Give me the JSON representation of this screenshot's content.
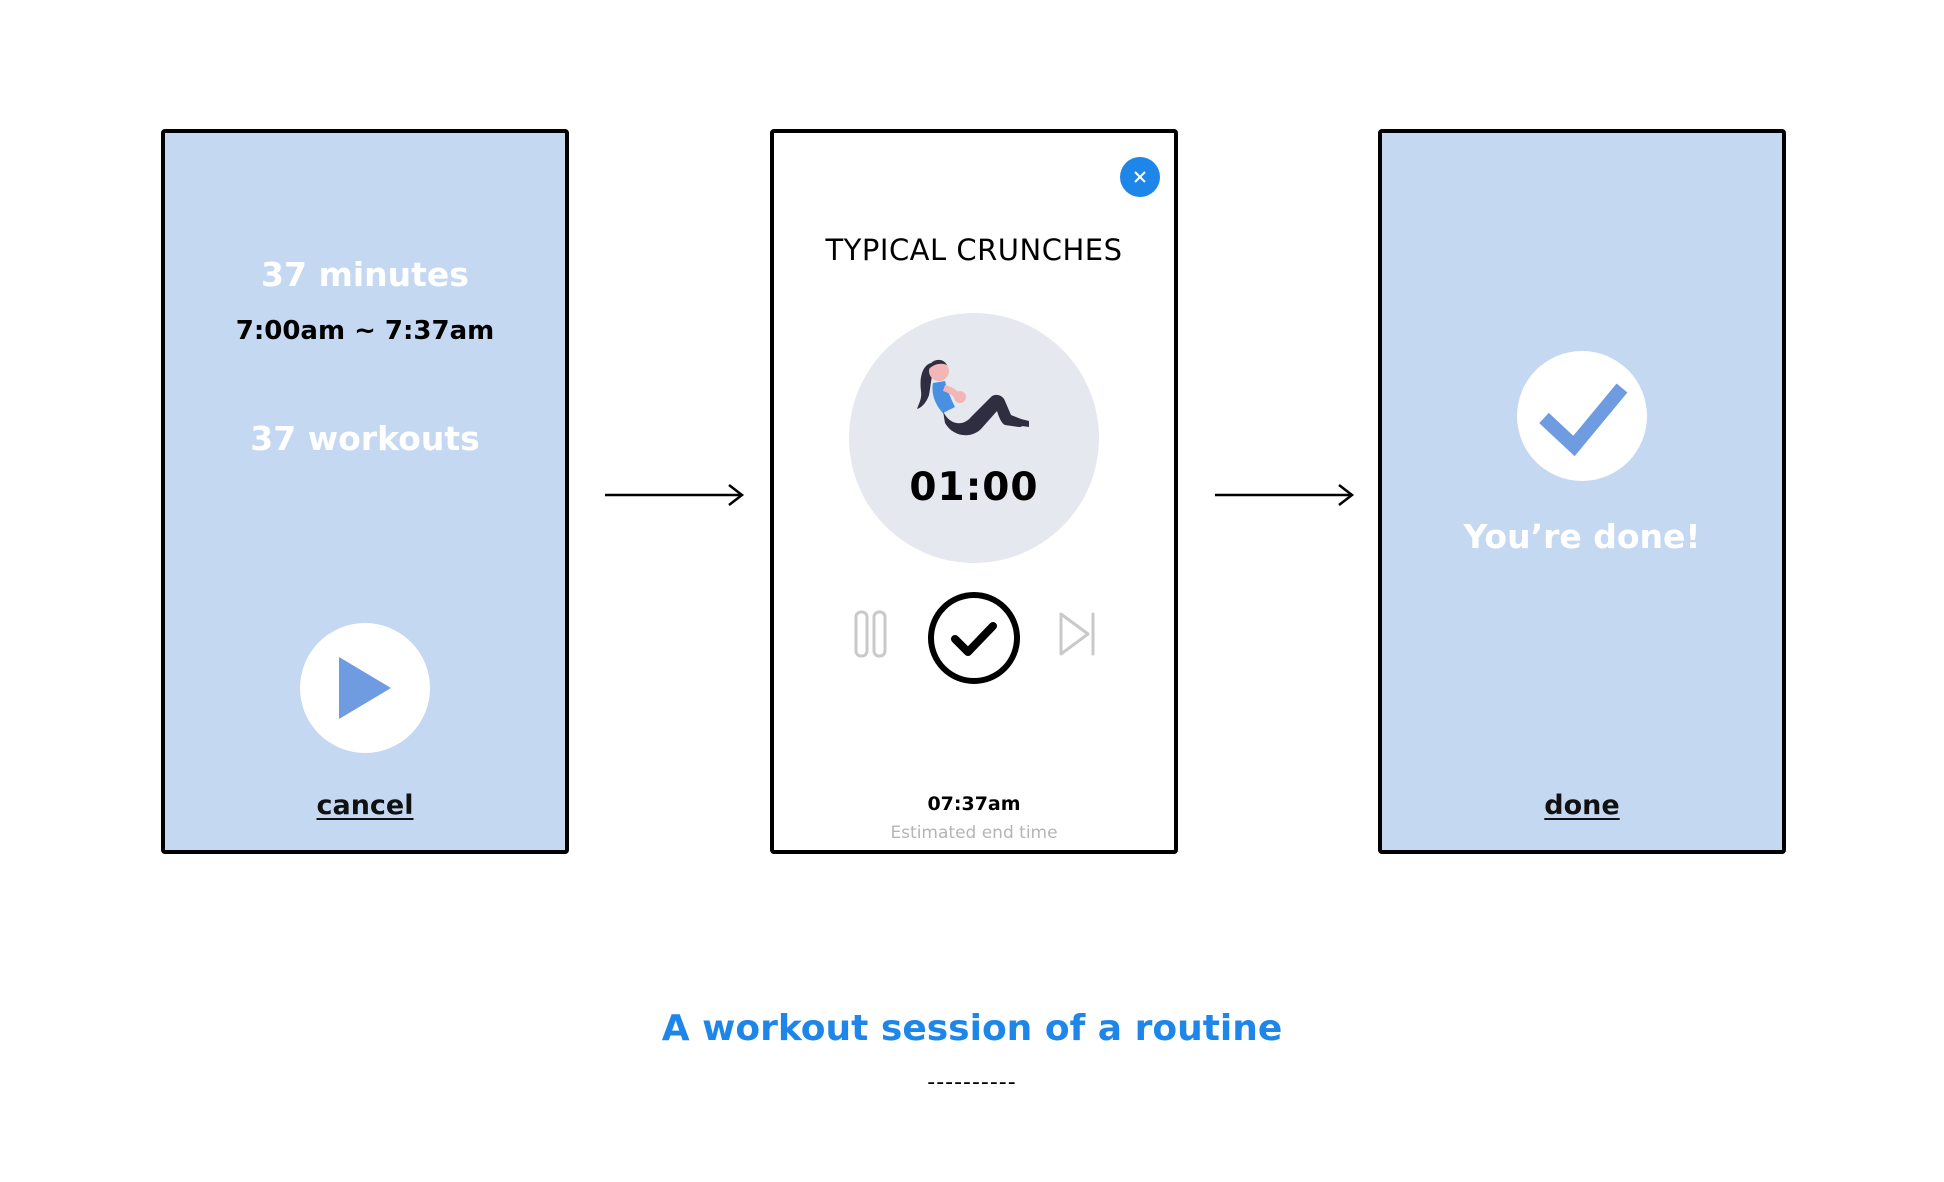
{
  "start_screen": {
    "duration": "37 minutes",
    "time_range": "7:00am ~ 7:37am",
    "workout_count": "37 workouts",
    "play_icon": "play-icon",
    "cancel_label": "cancel"
  },
  "workout_screen": {
    "close_icon": "close-icon",
    "exercise_title": "TYPICAL CRUNCHES",
    "illustration": "woman-crunch-illustration",
    "timer": "01:00",
    "pause_icon": "pause-icon",
    "complete_icon": "check-circle-icon",
    "skip_icon": "skip-next-icon",
    "end_time": "07:37am",
    "end_time_label": "Estimated end time"
  },
  "done_screen": {
    "check_icon": "check-icon",
    "message": "You’re done!",
    "done_label": "done"
  },
  "caption": {
    "title": "A workout session of a routine",
    "dashes": "----------"
  },
  "colors": {
    "screen_bg": "#c5d8f1",
    "accent": "#1e86e8",
    "icon_blue": "#6f9be0",
    "timer_circle": "#e6e8ef",
    "control_grey": "#c9c9c9"
  }
}
